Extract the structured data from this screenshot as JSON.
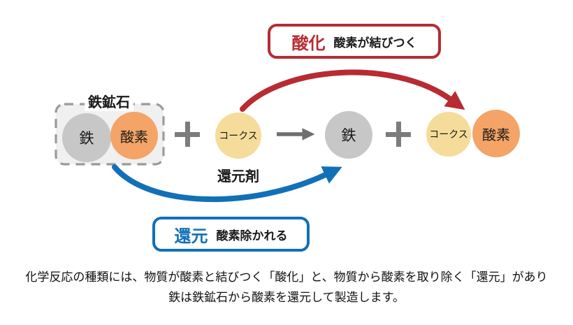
{
  "colors": {
    "oxidation_red": "#b82b32",
    "reduction_blue": "#1170b8",
    "iron_gray": "#c7c7c7",
    "oxygen_orange": "#f4a466",
    "coke_yellow": "#f6dc9a",
    "operator_gray": "#7c7c7c",
    "ore_box_fill": "#f0f0f0",
    "ore_box_border": "#9a9a9a"
  },
  "icons": {
    "plus": "+",
    "reaction_arrow": "→",
    "oxidation_arrow": "curved-red-arrow",
    "reduction_arrow": "curved-blue-arrow"
  },
  "diagram": {
    "iron_ore": {
      "label": "鉄鉱石",
      "iron": "鉄",
      "oxygen": "酸素"
    },
    "coke": {
      "label": "コークス",
      "caption": "還元剤"
    },
    "result": {
      "iron": "鉄",
      "coke": "コークス",
      "oxygen": "酸素"
    },
    "oxidation": {
      "title": "酸化",
      "description": "酸素が結びつく"
    },
    "reduction": {
      "title": "還元",
      "description": "酸素除かれる"
    }
  },
  "footer": {
    "line1": "化学反応の種類には、物質が酸素と結びつく「酸化」と、物質から酸素を取り除く「還元」があり",
    "line2": "鉄は鉄鉱石から酸素を還元して製造します。"
  }
}
